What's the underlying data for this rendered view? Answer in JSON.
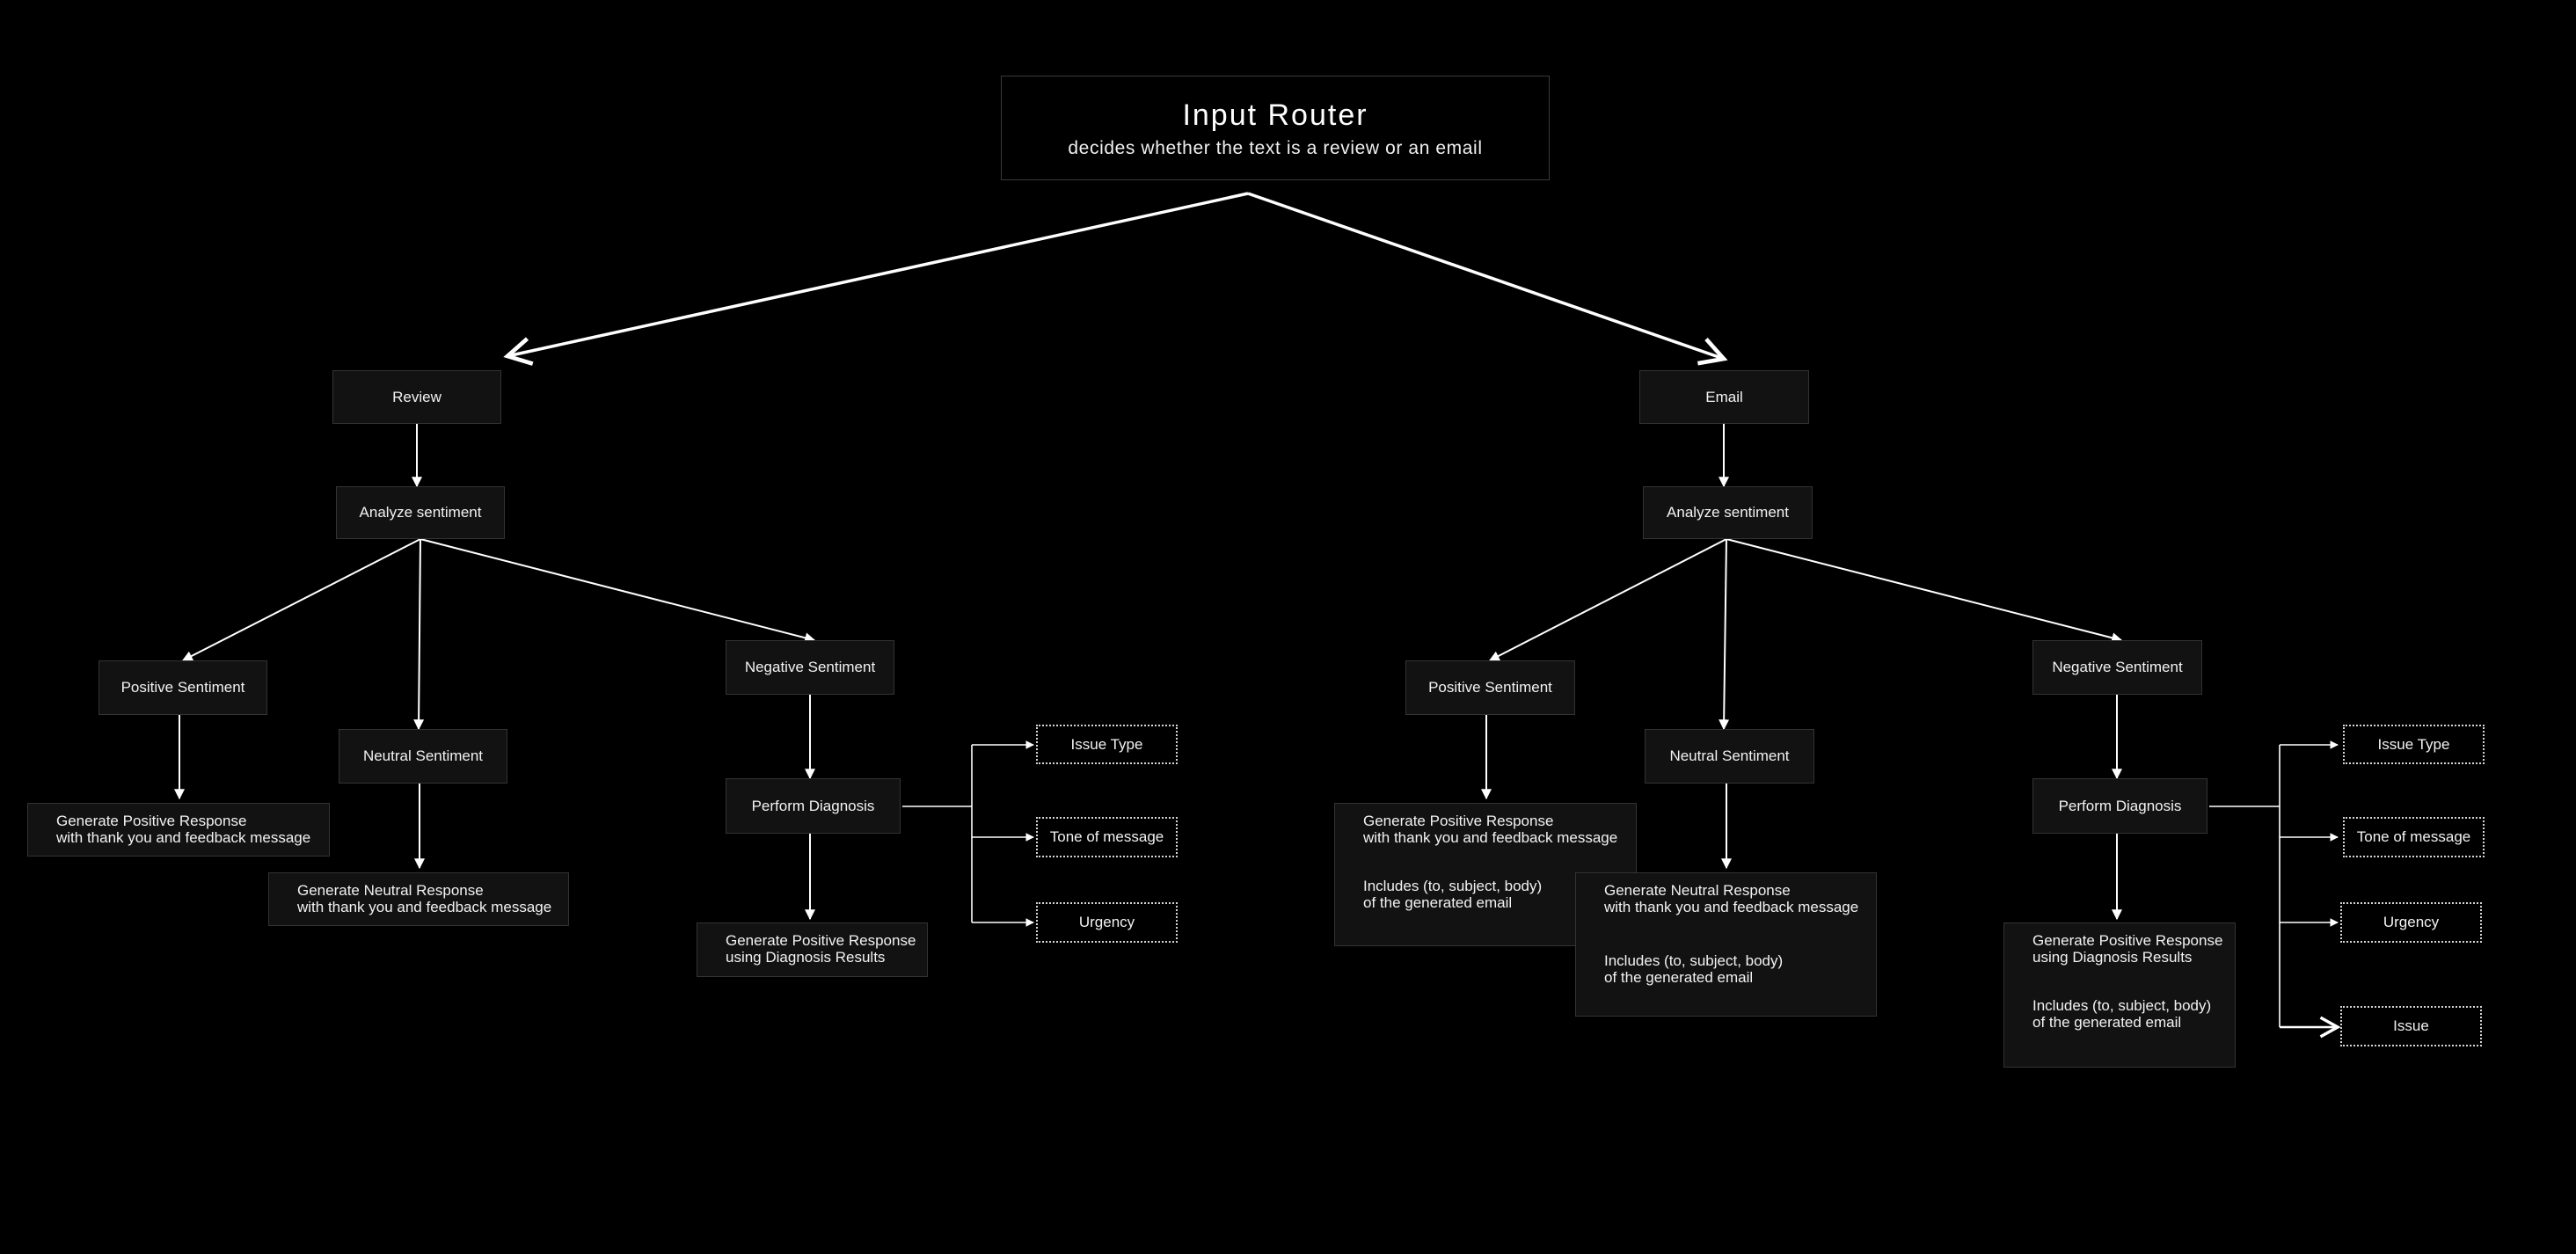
{
  "colors": {
    "background": "#000000",
    "node_fill": "#121212",
    "node_border": "#333333",
    "connector": "#ffffff"
  },
  "root": {
    "title": "Input Router",
    "subtitle": "decides whether the text is a review or an email"
  },
  "review": {
    "label": "Review",
    "analyze": "Analyze sentiment",
    "positive": "Positive Sentiment",
    "positive_response": "Generate Positive Response\nwith thank you and feedback message",
    "neutral": "Neutral Sentiment",
    "neutral_response": "Generate Neutral Response\nwith thank you and feedback message",
    "negative": "Negative Sentiment",
    "diagnosis": "Perform Diagnosis",
    "diagnosis_response": "Generate Positive Response\nusing Diagnosis Results",
    "diagnosis_outputs": [
      "Issue Type",
      "Tone of message",
      "Urgency"
    ]
  },
  "email": {
    "label": "Email",
    "analyze": "Analyze sentiment",
    "positive": "Positive Sentiment",
    "positive_response": "Generate Positive Response\nwith thank you and feedback message",
    "positive_includes": "Includes (to, subject, body)\nof the generated email",
    "neutral": "Neutral Sentiment",
    "neutral_response": "Generate Neutral Response\nwith thank you and feedback message",
    "neutral_includes": "Includes (to, subject, body)\nof the generated email",
    "negative": "Negative Sentiment",
    "diagnosis": "Perform Diagnosis",
    "diagnosis_response": "Generate Positive Response\nusing Diagnosis Results",
    "diagnosis_includes": "Includes (to, subject, body)\nof the generated email",
    "diagnosis_outputs": [
      "Issue Type",
      "Tone of message",
      "Urgency",
      "Issue"
    ]
  }
}
